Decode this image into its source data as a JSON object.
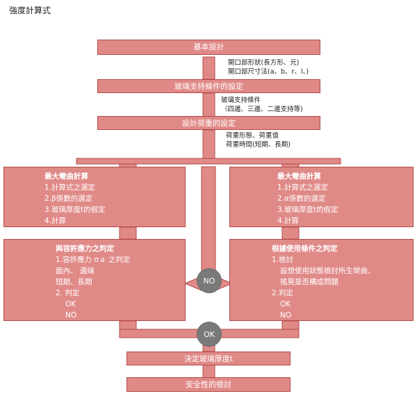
{
  "title": "強度計算式",
  "colors": {
    "box": "#e08a88",
    "border": "#b24a48",
    "circle": "#7a7a7a"
  },
  "step_basic": "基本設計",
  "note_basic": [
    "開口部形狀(長方形、元)",
    "開口部尺寸法(a、b、r、l、)"
  ],
  "step_support": "玻璃支持條件的設定",
  "note_support": [
    "玻璃支持條件",
    "（四邊、三邊、二邊支持等)"
  ],
  "step_load": "設計荷重的設定",
  "note_load": [
    "荷重形態、荷重值",
    "荷重時間(短期、長期)"
  ],
  "left_calc": {
    "heading": "最大彎曲計算",
    "lines": [
      "1.計算式之選定",
      "2.β係數的選定",
      "3.玻璃厚度t的假定",
      "4.計算"
    ]
  },
  "right_calc": {
    "heading": "最大彎曲計算",
    "lines": [
      "1.計算式之選定",
      "2.α係數的選定",
      "3.玻璃厚度t的假定",
      "4.計算"
    ]
  },
  "left_judge": {
    "heading": "與容許應力之判定",
    "lines": [
      "1.容許應力 σａ 之判定",
      "面內、 邊緣",
      "短期、長期",
      "2. 判定",
      "OK",
      "NO"
    ]
  },
  "right_judge": {
    "heading": "根據使用條件之判定",
    "lines": [
      "1.檢討",
      "設想使用狀態檢討所生彎曲、",
      "搖晃是否構成問題",
      "2.判定",
      "OK",
      "NO"
    ]
  },
  "no_label": "NO",
  "ok_label": "OK",
  "step_thickness": "決定玻璃厚度t",
  "step_safety": "安全性的檢討"
}
